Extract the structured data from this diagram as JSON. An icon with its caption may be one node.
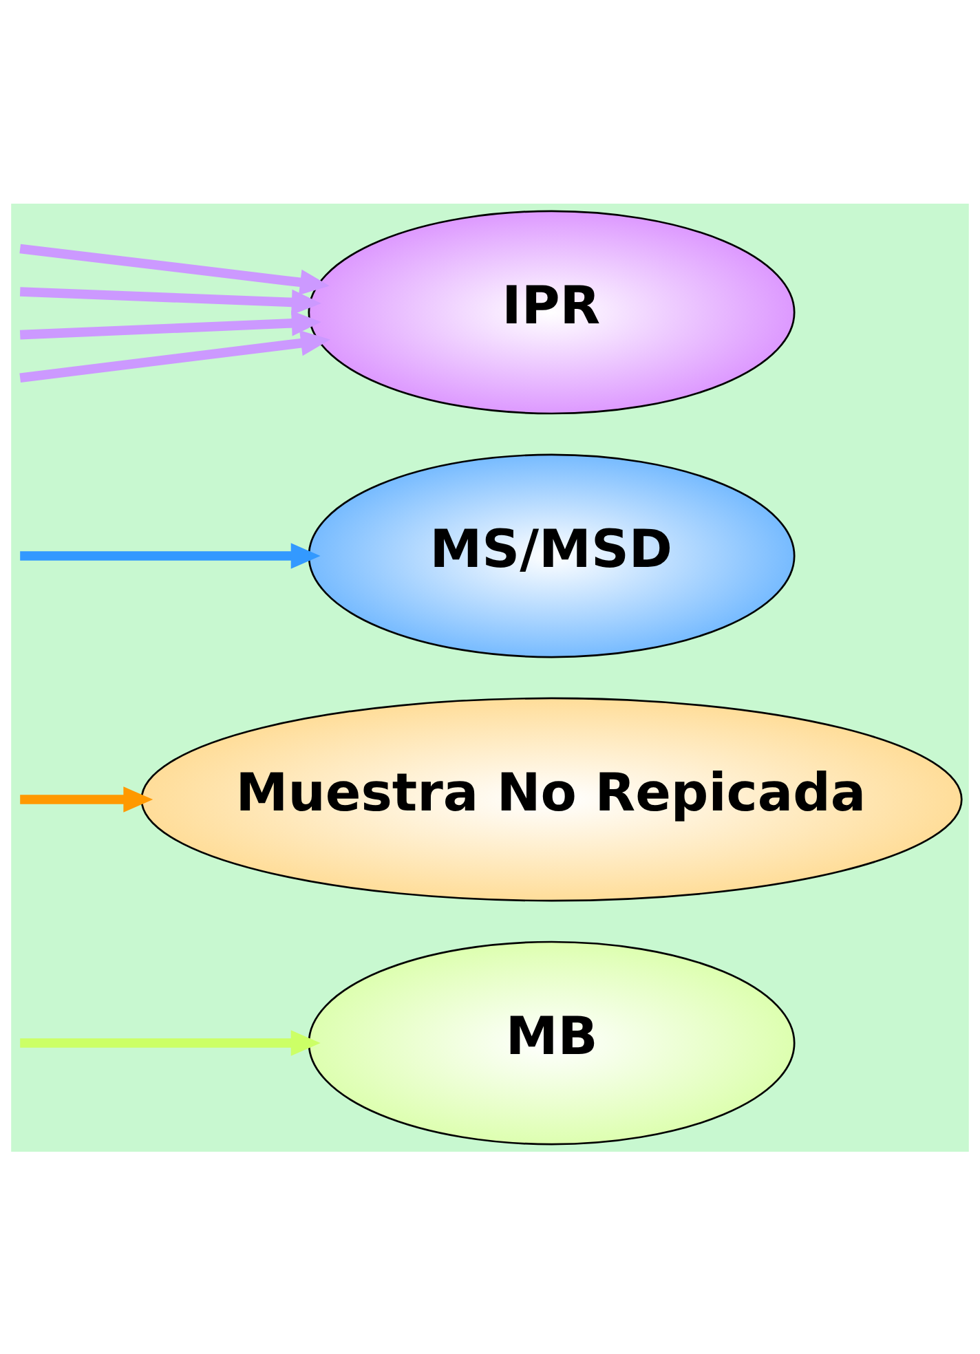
{
  "diagram": {
    "nodes": [
      {
        "text": [
          "IPR"
        ]
      },
      {
        "text": [
          "MS/MSD"
        ]
      },
      {
        "text": [
          "Muestra No Repicada"
        ]
      },
      {
        "text": [
          "MB"
        ]
      }
    ],
    "edges": [
      {
        "from": null,
        "to": 0,
        "arrow": "to",
        "color": "#cc99ff"
      },
      {
        "from": null,
        "to": 0,
        "arrow": "to",
        "color": "#cc99ff"
      },
      {
        "from": null,
        "to": 0,
        "arrow": "to",
        "color": "#cc99ff"
      },
      {
        "from": null,
        "to": 0,
        "arrow": "to",
        "color": "#cc99ff"
      },
      {
        "from": null,
        "to": 1,
        "arrow": "to",
        "color": "#3399ff"
      },
      {
        "from": null,
        "to": 2,
        "arrow": "to",
        "color": "#ff9900"
      },
      {
        "from": null,
        "to": 3,
        "arrow": "to",
        "color": "#ccff66"
      }
    ]
  }
}
